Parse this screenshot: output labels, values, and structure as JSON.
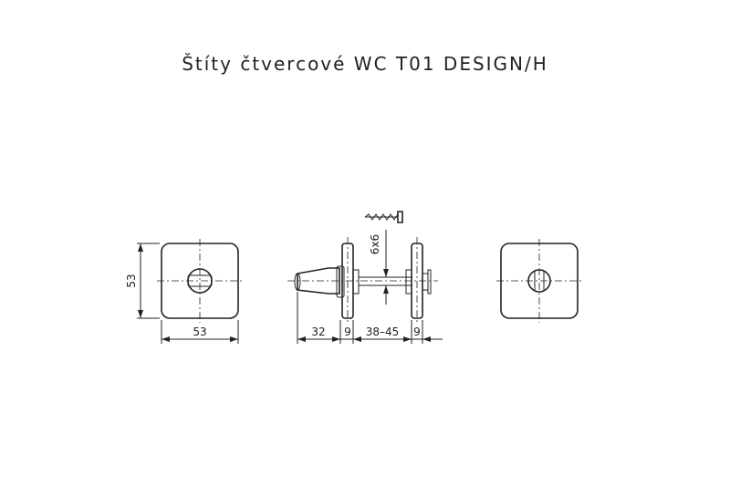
{
  "title": "Štíty čtvercové WC T01 DESIGN/H",
  "dimensions": {
    "front_height": "53",
    "front_width": "53",
    "spindle_length": "32",
    "rose_thickness_left": "9",
    "door_thickness": "38–45",
    "rose_thickness_right": "9",
    "screw": "6x6"
  }
}
